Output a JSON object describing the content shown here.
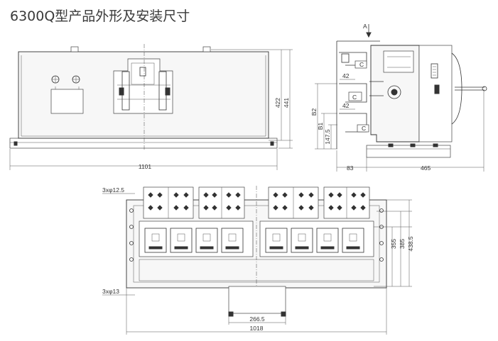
{
  "title": "6300Q型产品外形及安装尺寸",
  "front_view": {
    "width_label": "1101",
    "height_inner_label": "422",
    "height_outer_label": "441"
  },
  "side_view": {
    "view_arrow_label": "A",
    "terminal_labels": [
      "C",
      "C",
      "C"
    ],
    "pitch_labels": [
      "42",
      "42"
    ],
    "height_labels": [
      "B2",
      "B1",
      "147.5"
    ],
    "base_left_label": "83",
    "base_right_label": "465"
  },
  "top_view": {
    "hole_top_label": "3xφ12.5",
    "hole_bottom_label": "3xφ13",
    "height_labels": [
      "355",
      "385",
      "438.5"
    ],
    "bracket_width_label": "266.5",
    "total_width_label": "1018"
  }
}
